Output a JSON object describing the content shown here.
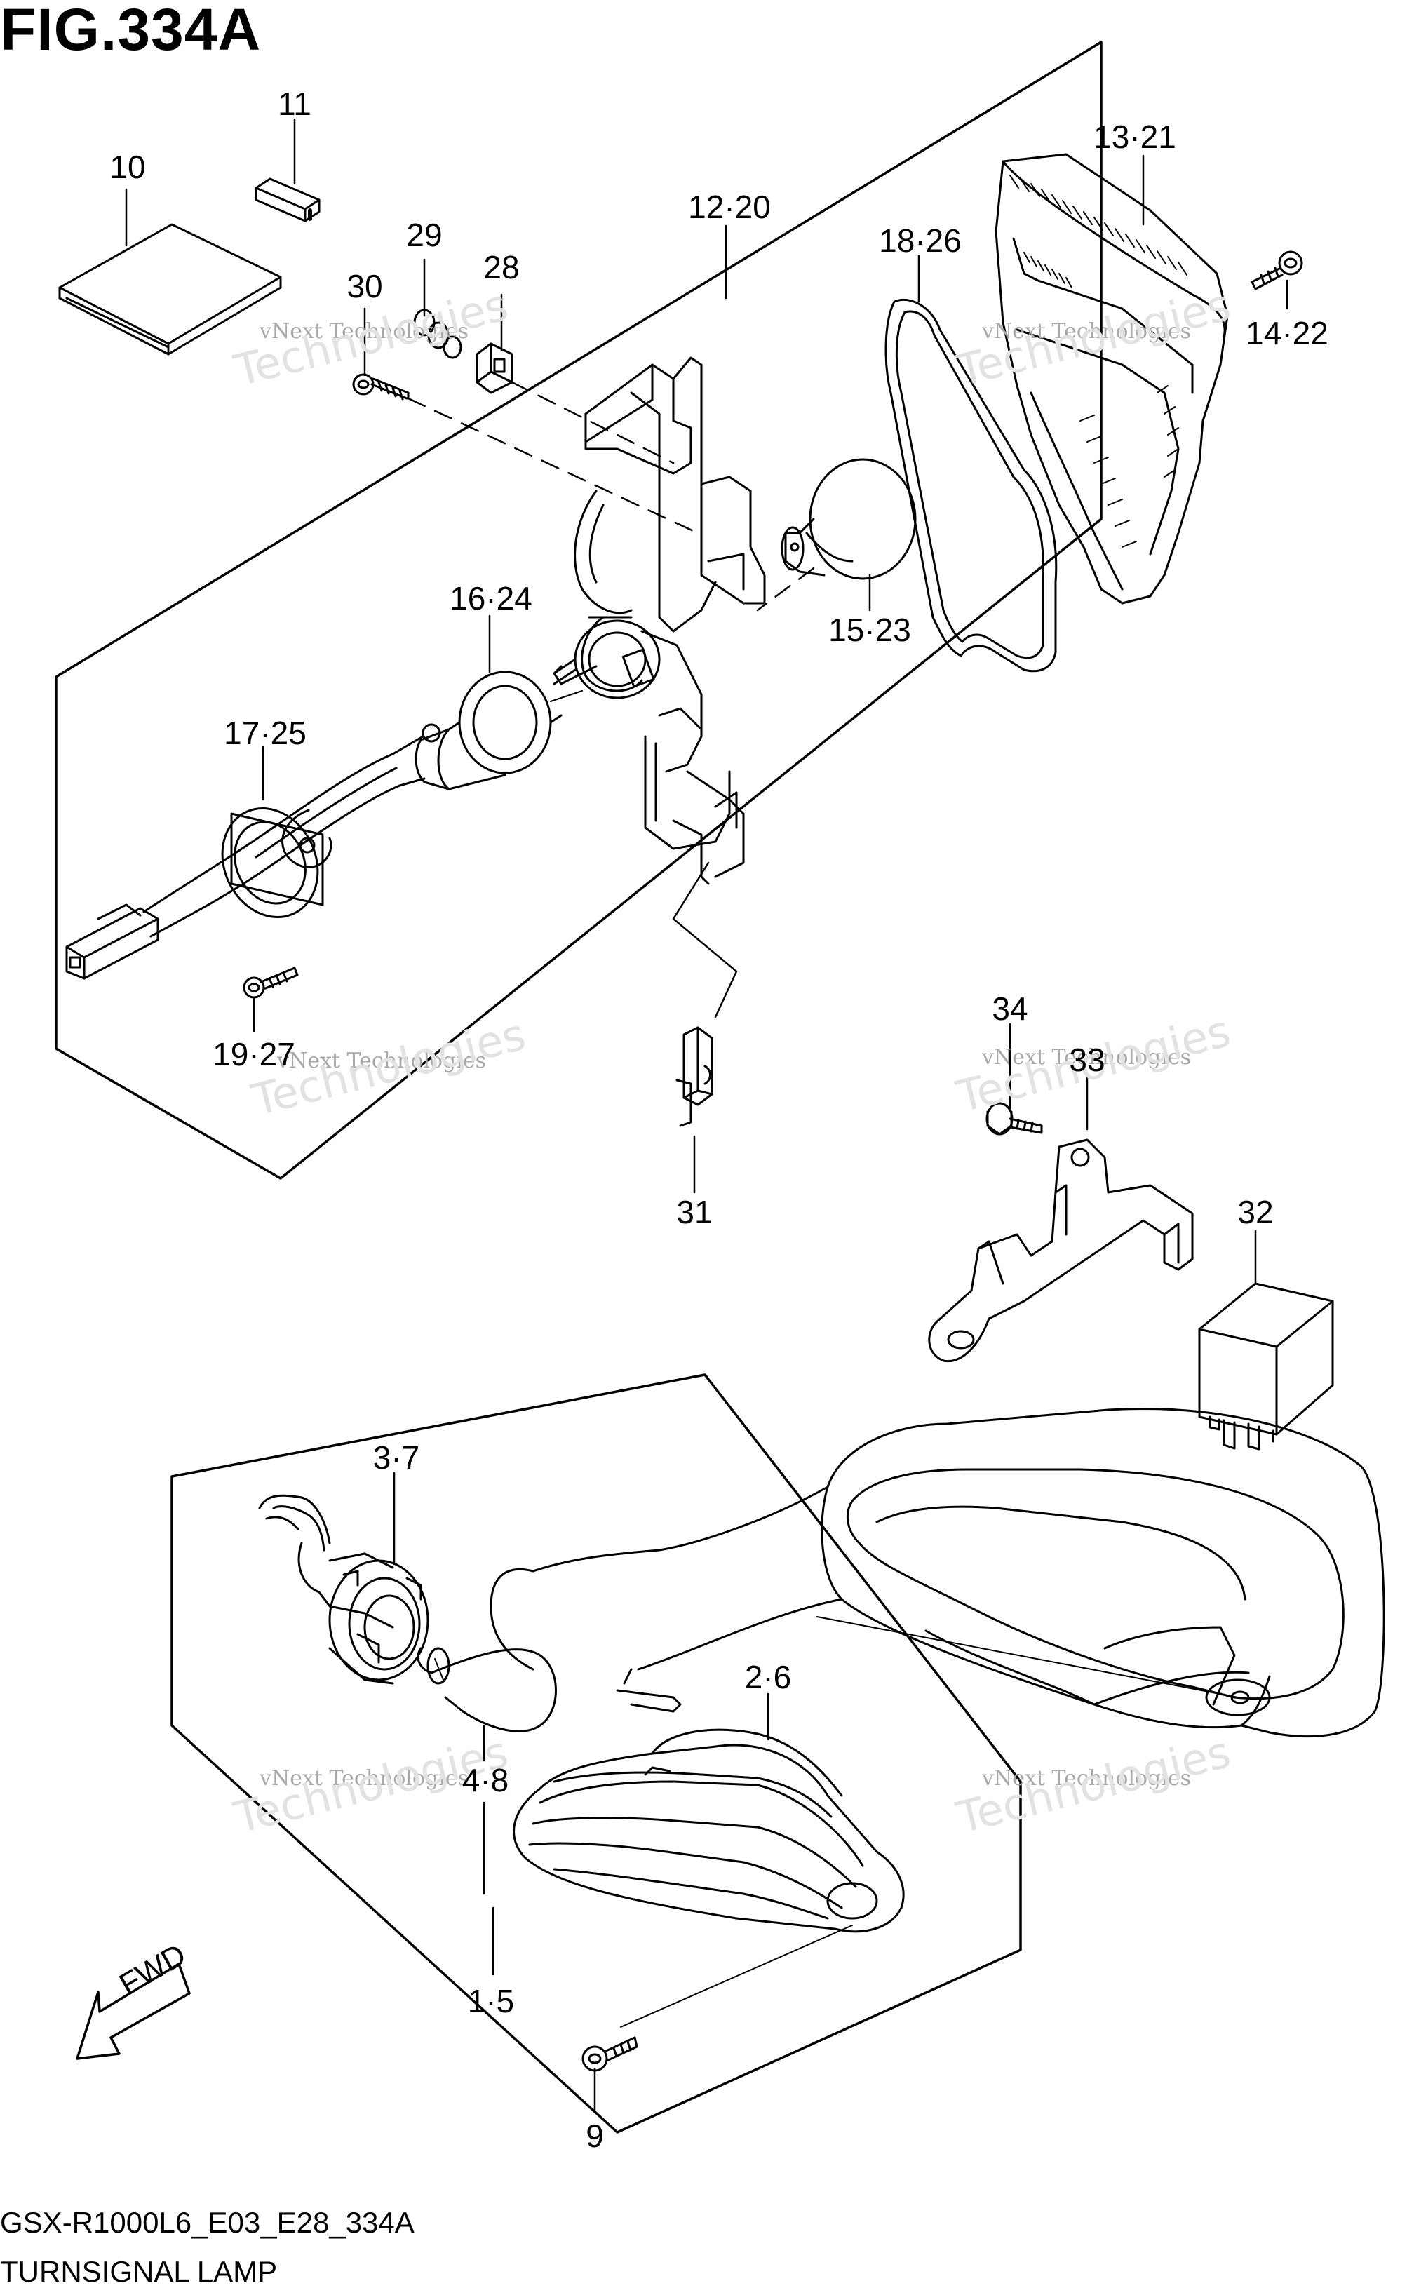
{
  "figure": {
    "title": "FIG.334A",
    "model_code": "GSX-R1000L6_E03_E28_334A",
    "caption": "TURNSIGNAL LAMP",
    "fwd_label": "FWD"
  },
  "watermark": {
    "line1": "vNext Technologies",
    "line2": "Technologies"
  },
  "callouts": [
    {
      "id": "c11",
      "label": "11"
    },
    {
      "id": "c10",
      "label": "10"
    },
    {
      "id": "c1221",
      "label": "13·21"
    },
    {
      "id": "c1220",
      "label": "12·20"
    },
    {
      "id": "c29",
      "label": "29"
    },
    {
      "id": "c1826",
      "label": "18·26"
    },
    {
      "id": "c28",
      "label": "28"
    },
    {
      "id": "c30",
      "label": "30"
    },
    {
      "id": "c1422",
      "label": "14·22"
    },
    {
      "id": "c1624",
      "label": "16·24"
    },
    {
      "id": "c1523",
      "label": "15·23"
    },
    {
      "id": "c1725",
      "label": "17·25"
    },
    {
      "id": "c1927",
      "label": "19·27"
    },
    {
      "id": "c34",
      "label": "34"
    },
    {
      "id": "c33",
      "label": "33"
    },
    {
      "id": "c31",
      "label": "31"
    },
    {
      "id": "c32",
      "label": "32"
    },
    {
      "id": "c37",
      "label": "3·7"
    },
    {
      "id": "c26",
      "label": "2·6"
    },
    {
      "id": "c48",
      "label": "4·8"
    },
    {
      "id": "c15",
      "label": "1·5"
    },
    {
      "id": "c9",
      "label": "9"
    }
  ]
}
